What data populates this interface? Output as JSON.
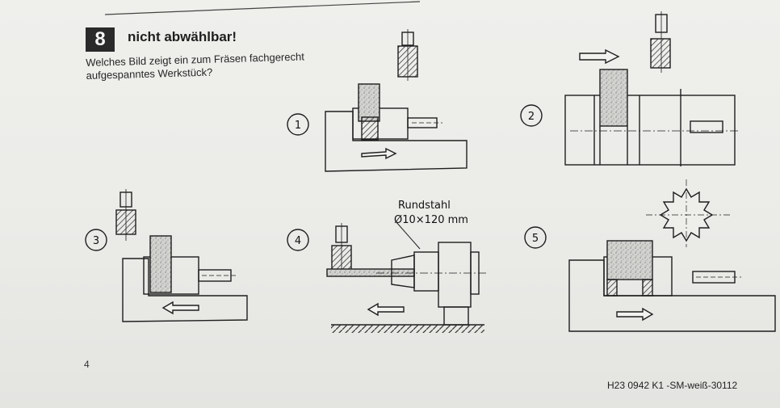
{
  "question": {
    "number": "8",
    "title": "nicht abwählbar!",
    "text": "Welches Bild zeigt ein zum Fräsen fachgerecht aufgespanntes Werkstück?"
  },
  "figures": {
    "fig1": "1",
    "fig2": "2",
    "fig3": "3",
    "fig4": "4",
    "fig5": "5",
    "fig4_label_1": "Rundstahl",
    "fig4_label_2": "Ø10×120 mm"
  },
  "page_number": "4",
  "footer": "H23 0942   K1 -SM-weiß-30112"
}
